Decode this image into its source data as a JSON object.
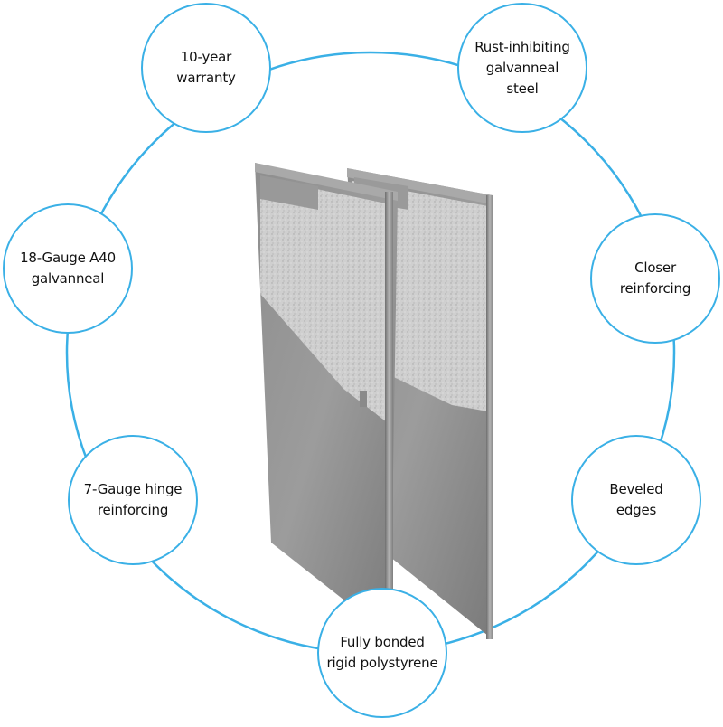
{
  "diagram": {
    "ring_color": "#3ab0e6",
    "features": [
      {
        "id": "warranty",
        "label": "10-year\nwarranty"
      },
      {
        "id": "rust",
        "label": "Rust-inhibiting\ngalvanneal\nsteel"
      },
      {
        "id": "closer",
        "label": "Closer\nreinforcing"
      },
      {
        "id": "beveled",
        "label": "Beveled\nedges"
      },
      {
        "id": "polystyrene",
        "label": "Fully bonded\nrigid polystyrene"
      },
      {
        "id": "hinge",
        "label": "7-Gauge hinge\nreinforcing"
      },
      {
        "id": "gauge",
        "label": "18-Gauge A40\ngalvanneal"
      }
    ],
    "center_image": "steel-door-cutaway-pair"
  }
}
